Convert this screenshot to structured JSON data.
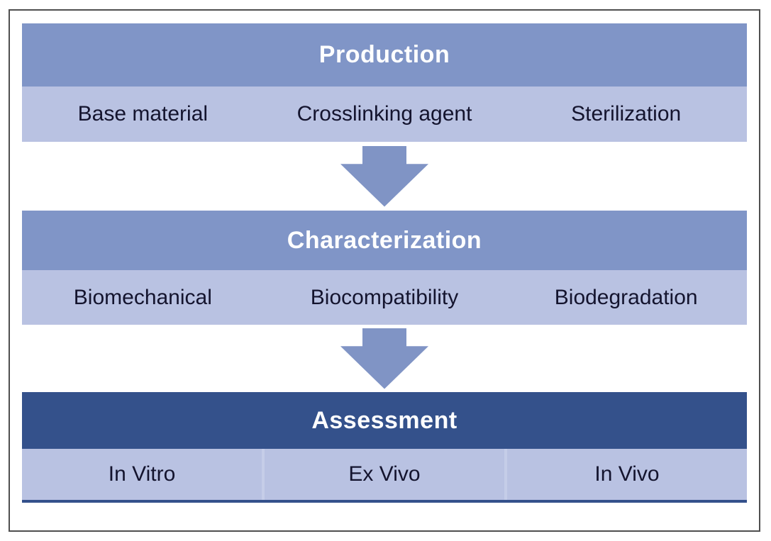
{
  "diagram": {
    "sections": [
      {
        "header": "Production",
        "items": [
          "Base material",
          "Crosslinking agent",
          "Sterilization"
        ]
      },
      {
        "header": "Characterization",
        "items": [
          "Biomechanical",
          "Biocompatibility",
          "Biodegradation"
        ]
      },
      {
        "header": "Assessment",
        "items": [
          "In Vitro",
          "Ex Vivo",
          "In Vivo"
        ]
      }
    ],
    "colors": {
      "header_blue": "#8095c7",
      "header_navy": "#34518b",
      "row_light": "#b9c2e2",
      "arrow_blue": "#8094c5",
      "row_text": "#14142e",
      "divider": "#c5cde8",
      "frame_border": "#4f4f4f"
    }
  }
}
